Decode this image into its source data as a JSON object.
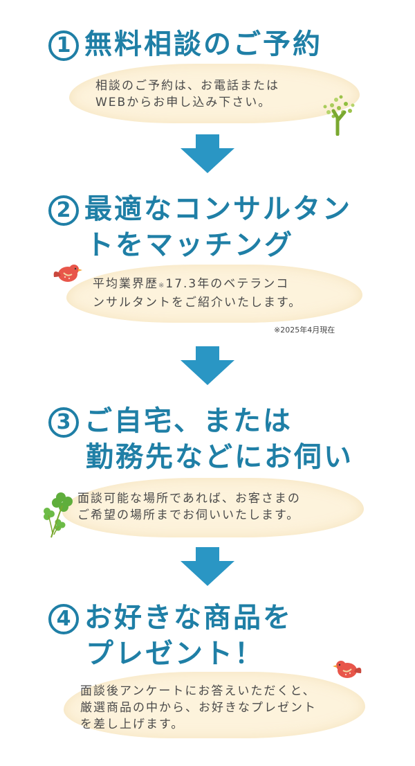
{
  "steps": [
    {
      "number": "1",
      "title_line1": "無料相談のご予約",
      "title_line2": "",
      "text_line1": "相談のご予約は、お電話または",
      "text_line2": "WEBからお申し込み下さい。",
      "text_line3": ""
    },
    {
      "number": "2",
      "title_line1": "最適なコンサルタン",
      "title_line2": "トをマッチング",
      "text_line1": "平均業界歴",
      "text_mark": "※",
      "text_line1b": "17.3年のベテランコ",
      "text_line2": "ンサルタントをご紹介いたします。",
      "text_line3": "",
      "footnote": "※2025年4月現在"
    },
    {
      "number": "3",
      "title_line1": "ご自宅、または",
      "title_line2": "勤務先などにお伺い",
      "text_line1": "面談可能な場所であれば、お客さまの",
      "text_line2": "ご希望の場所までお伺いいたします。",
      "text_line3": ""
    },
    {
      "number": "4",
      "title_line1": "お好きな商品を",
      "title_line2": "プレゼント！",
      "text_line1": "面談後アンケートにお答えいただくと、",
      "text_line2": "厳選商品の中から、お好きなプレゼント",
      "text_line3": "を差し上げます。"
    }
  ],
  "decorations": {
    "tree": "tree-icon",
    "bird_left": "bird-icon",
    "clover": "clover-icon",
    "bird_right": "bird-icon",
    "arrow": "arrow-down-icon"
  },
  "colors": {
    "title": "#1f7fa6",
    "arrow": "#2a96c4",
    "bubble": "#fdf3dc",
    "text": "#4a4a4a"
  }
}
